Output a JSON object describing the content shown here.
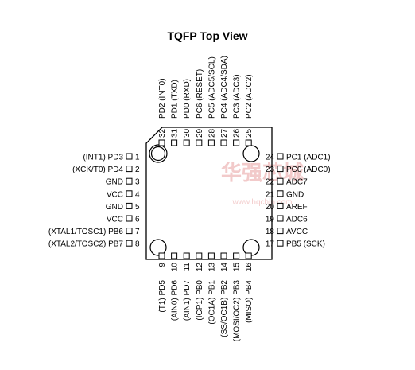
{
  "title": "TQFP Top View",
  "watermark": {
    "text": "华强芯城",
    "url": "www.hqchip.com"
  },
  "pins": {
    "left": [
      {
        "num": "1",
        "label": "(INT1) PD3"
      },
      {
        "num": "2",
        "label": "(XCK/T0) PD4"
      },
      {
        "num": "3",
        "label": "GND"
      },
      {
        "num": "4",
        "label": "VCC"
      },
      {
        "num": "5",
        "label": "GND"
      },
      {
        "num": "6",
        "label": "VCC"
      },
      {
        "num": "7",
        "label": "(XTAL1/TOSC1) PB6"
      },
      {
        "num": "8",
        "label": "(XTAL2/TOSC2) PB7"
      }
    ],
    "bottom": [
      {
        "num": "9",
        "label": "(T1) PD5"
      },
      {
        "num": "10",
        "label": "(AIN0) PD6"
      },
      {
        "num": "11",
        "label": "(AIN1) PD7"
      },
      {
        "num": "12",
        "label": "(ICP1) PB0"
      },
      {
        "num": "13",
        "label": "(OC1A) PB1"
      },
      {
        "num": "14",
        "label": "(SS/OC1B) PB2"
      },
      {
        "num": "15",
        "label": "(MOSI/OC2) PB3"
      },
      {
        "num": "16",
        "label": "(MISO) PB4"
      }
    ],
    "right": [
      {
        "num": "24",
        "label": "PC1 (ADC1)"
      },
      {
        "num": "23",
        "label": "PC0 (ADC0)"
      },
      {
        "num": "22",
        "label": "ADC7"
      },
      {
        "num": "21",
        "label": "GND"
      },
      {
        "num": "20",
        "label": "AREF"
      },
      {
        "num": "19",
        "label": "ADC6"
      },
      {
        "num": "18",
        "label": "AVCC"
      },
      {
        "num": "17",
        "label": "PB5 (SCK)"
      }
    ],
    "top": [
      {
        "num": "32",
        "label": "PD2 (INT0)"
      },
      {
        "num": "31",
        "label": "PD1 (TXD)"
      },
      {
        "num": "30",
        "label": "PD0 (RXD)"
      },
      {
        "num": "29",
        "label": "PC6 (RESET)"
      },
      {
        "num": "28",
        "label": "PC5 (ADC5/SCL)"
      },
      {
        "num": "27",
        "label": "PC4 (ADC4/SDA)"
      },
      {
        "num": "26",
        "label": "PC3 (ADC3)"
      },
      {
        "num": "25",
        "label": "PC2 (ADC2)"
      }
    ]
  }
}
